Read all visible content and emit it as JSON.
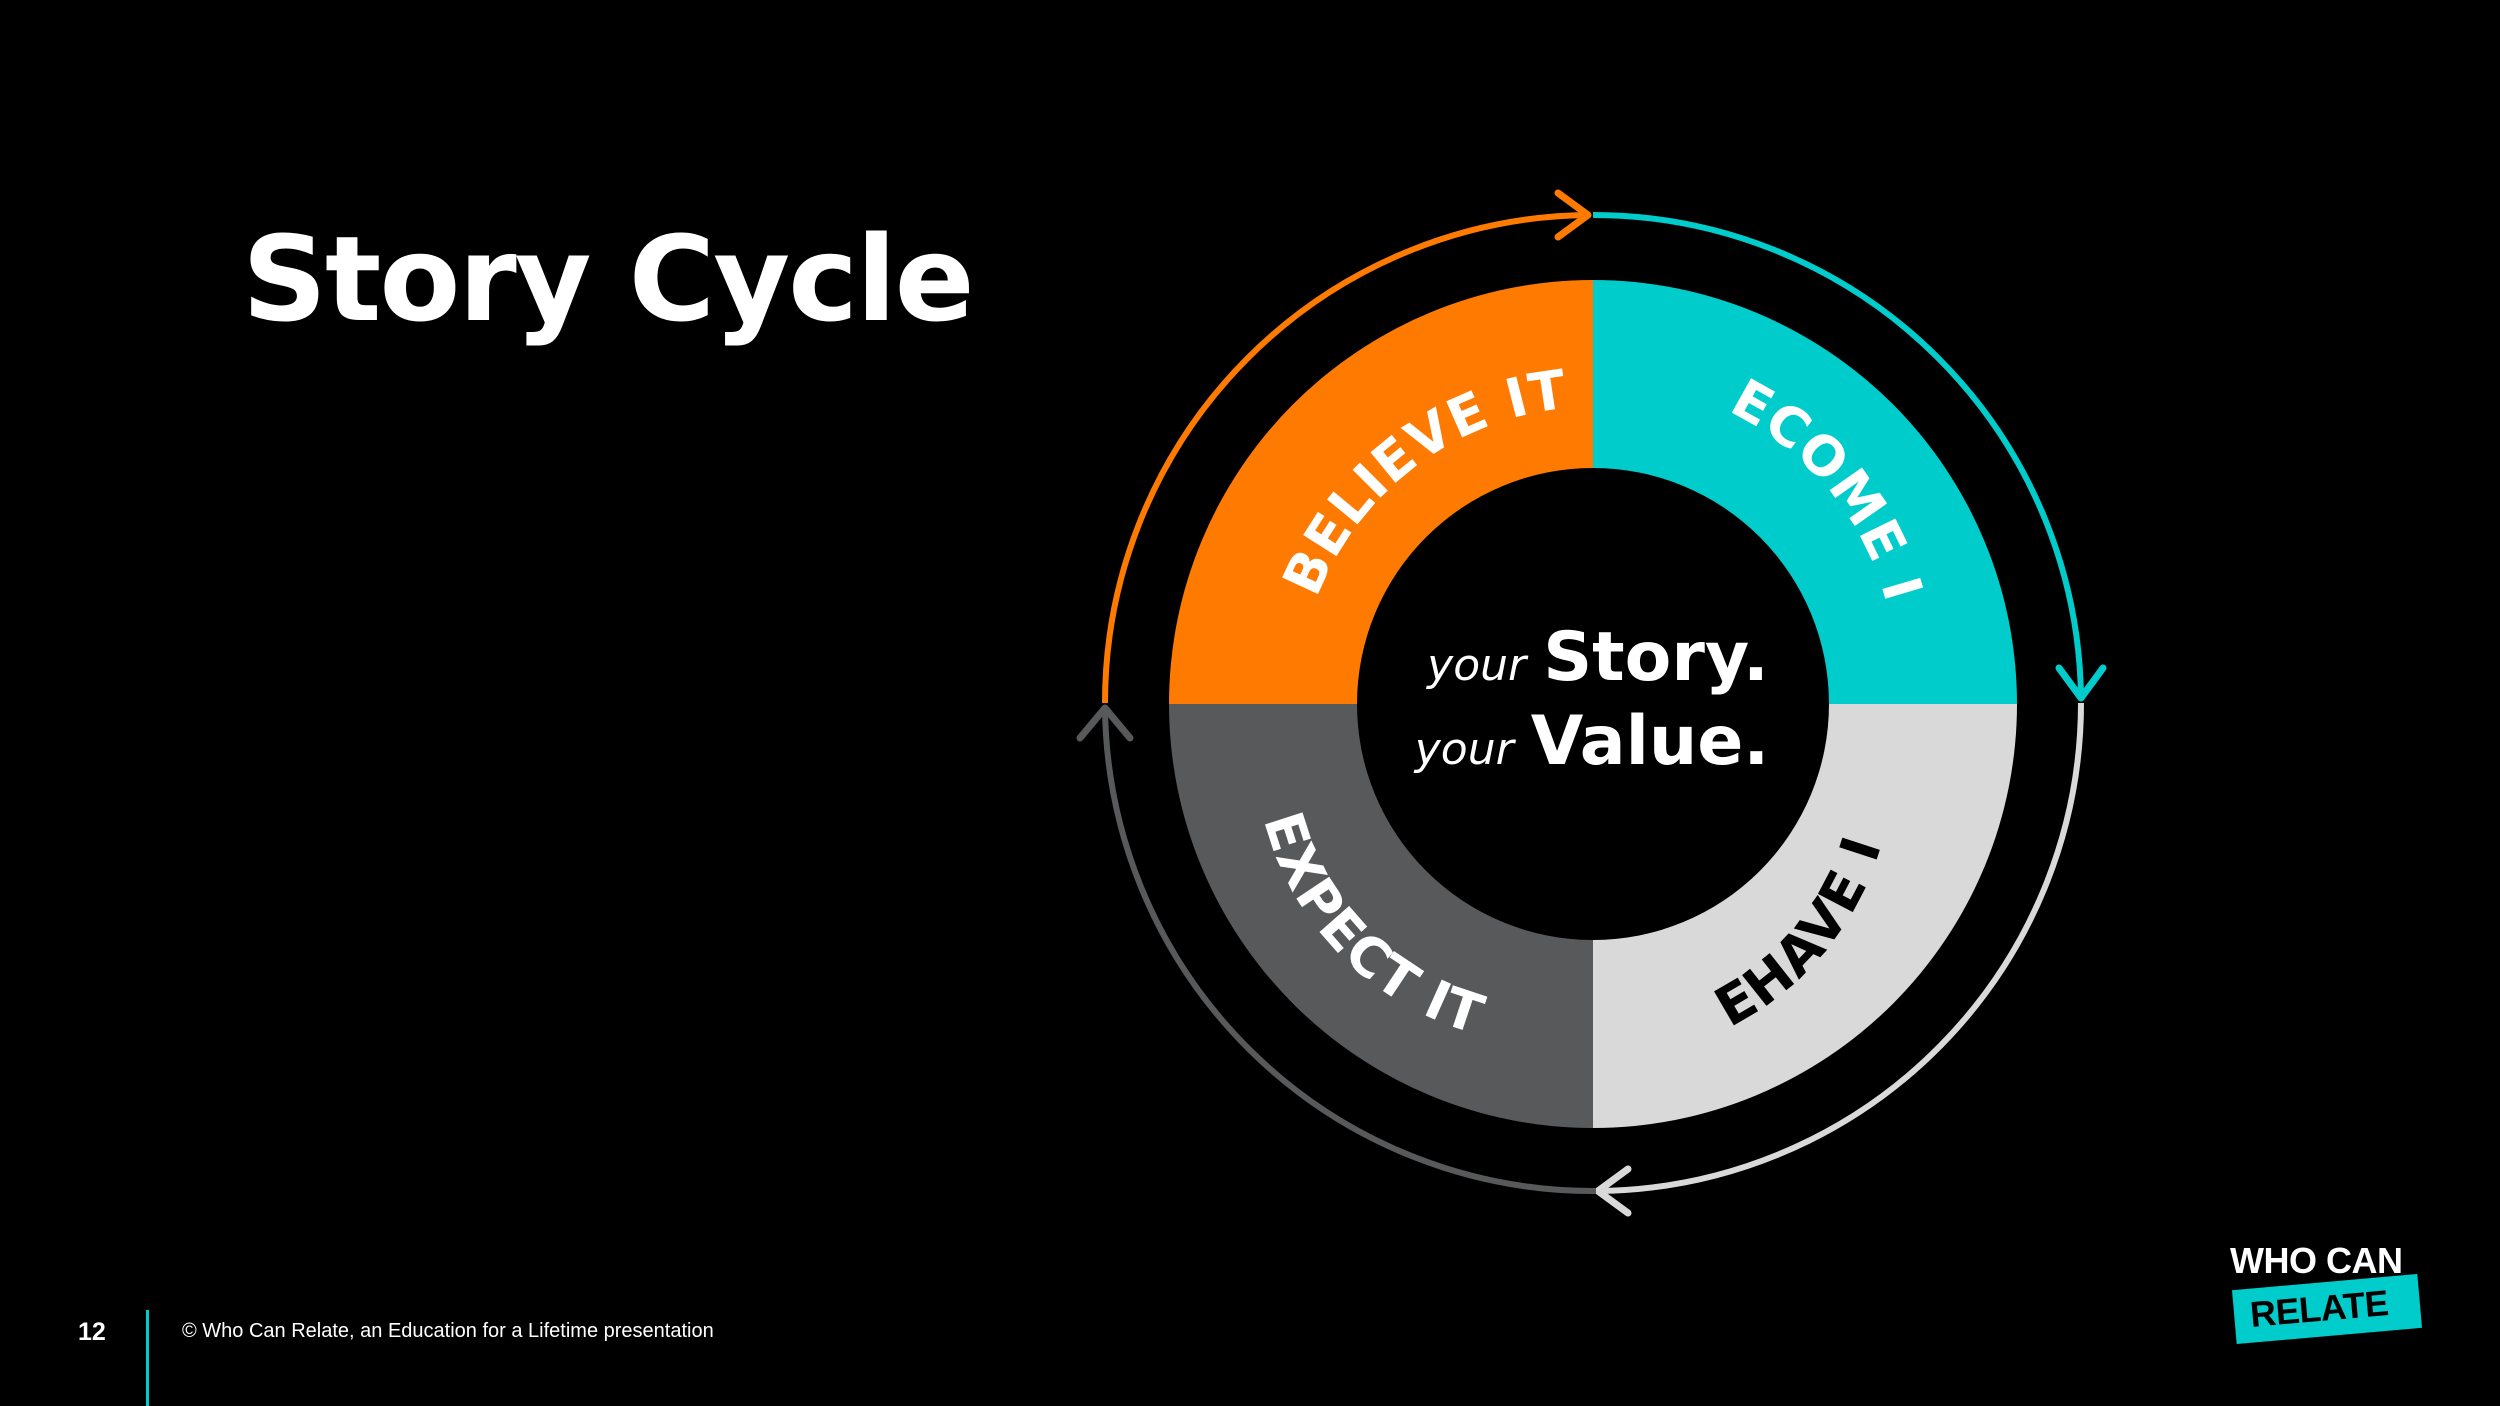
{
  "slide": {
    "title": "Story Cycle",
    "page_number": "12",
    "copyright": "© Who Can Relate, an Education for a Lifetime presentation"
  },
  "diagram": {
    "segments": [
      {
        "id": "believe",
        "label": "BELIEVE IT",
        "color": "#ff7a00",
        "text_color": "#ffffff"
      },
      {
        "id": "become",
        "label": "BECOME IT",
        "color": "#00cccc",
        "text_color": "#ffffff"
      },
      {
        "id": "behave",
        "label": "BEHAVE IT",
        "color": "#d9d9d9",
        "text_color": "#000000"
      },
      {
        "id": "expect",
        "label": "EXPECT IT",
        "color": "#58595b",
        "text_color": "#ffffff"
      }
    ],
    "center": {
      "line1_small": "your",
      "line1_big": "Story.",
      "line2_small": "your",
      "line2_big": "Value."
    },
    "arrow_colors": {
      "orange": "#ff7a00",
      "teal": "#00cccc",
      "light_gray": "#d9d9d9",
      "dark_gray": "#58595b"
    }
  },
  "logo": {
    "line1": "WHO CAN",
    "line2": "RELATE",
    "accent": "#00cccc"
  }
}
